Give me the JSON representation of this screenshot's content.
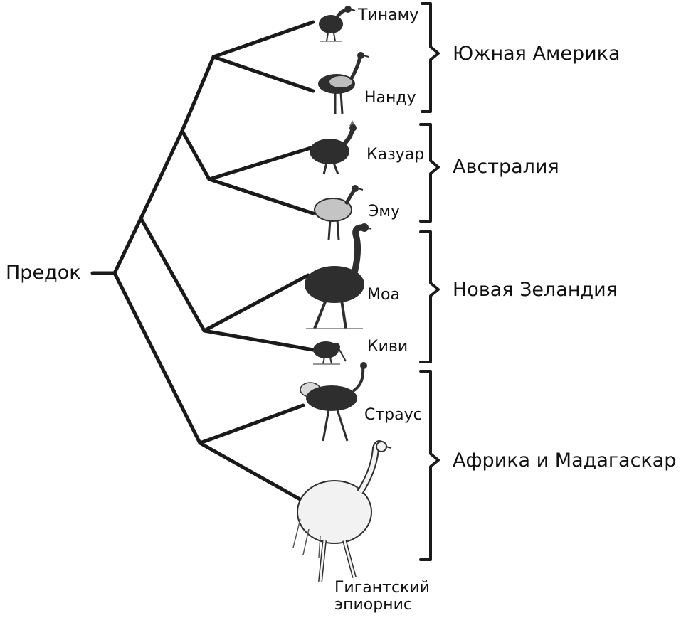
{
  "root_label": "Предок",
  "species": [
    {
      "id": "tinamou",
      "label": "Тинаму",
      "icon": "tinamou-bird"
    },
    {
      "id": "rhea",
      "label": "Нанду",
      "icon": "rhea-bird"
    },
    {
      "id": "cassowary",
      "label": "Казуар",
      "icon": "cassowary-bird"
    },
    {
      "id": "emu",
      "label": "Эму",
      "icon": "emu-bird"
    },
    {
      "id": "moa",
      "label": "Моа",
      "icon": "moa-bird"
    },
    {
      "id": "kiwi",
      "label": "Киви",
      "icon": "kiwi-bird"
    },
    {
      "id": "ostrich",
      "label": "Страус",
      "icon": "ostrich-bird"
    },
    {
      "id": "elephant_bird",
      "label": "Гигантский\nэпиорнис",
      "icon": "elephant-bird"
    }
  ],
  "regions": [
    {
      "id": "south_america",
      "label": "Южная Америка",
      "members": [
        "tinamou",
        "rhea"
      ]
    },
    {
      "id": "australia",
      "label": "Австралия",
      "members": [
        "cassowary",
        "emu"
      ]
    },
    {
      "id": "new_zealand",
      "label": "Новая Зеландия",
      "members": [
        "moa",
        "kiwi"
      ]
    },
    {
      "id": "africa_madagascar",
      "label": "Африка и Мадагаскар",
      "members": [
        "ostrich",
        "elephant_bird"
      ]
    }
  ],
  "colors": {
    "line": "#1a1a1a",
    "bird_body": "#2e2e2e",
    "bird_light": "#d9d9d9"
  }
}
